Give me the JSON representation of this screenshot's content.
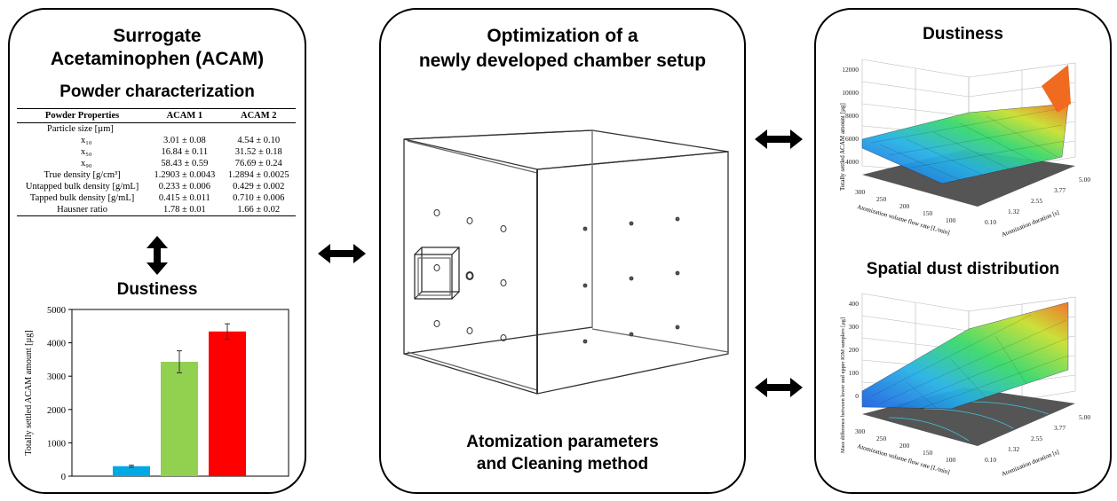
{
  "left_panel": {
    "title_line1": "Surrogate",
    "title_line2": "Acetaminophen (ACAM)",
    "subtitle": "Powder characterization",
    "table": {
      "headers": [
        "Powder Properties",
        "ACAM 1",
        "ACAM 2"
      ],
      "rows": [
        {
          "label": "Particle size [µm]",
          "acam1": "",
          "acam2": "",
          "indent": false
        },
        {
          "label": "x₁₀",
          "acam1": "3.01 ± 0.08",
          "acam2": "4.54 ± 0.10",
          "indent": true
        },
        {
          "label": "x₅₀",
          "acam1": "16.84 ± 0.11",
          "acam2": "31.52 ± 0.18",
          "indent": true
        },
        {
          "label": "x₉₀",
          "acam1": "58.43 ± 0.59",
          "acam2": "76.69 ± 0.24",
          "indent": true
        },
        {
          "label": "True density [g/cm³]",
          "acam1": "1.2903 ± 0.0043",
          "acam2": "1.2894 ± 0.0025",
          "indent": false
        },
        {
          "label": "Untapped bulk density [g/mL]",
          "acam1": "0.233 ± 0.006",
          "acam2": "0.429 ± 0.002",
          "indent": false
        },
        {
          "label": "Tapped bulk density [g/mL]",
          "acam1": "0.415 ± 0.011",
          "acam2": "0.710 ± 0.006",
          "indent": false
        },
        {
          "label": "Hausner ratio",
          "acam1": "1.78 ± 0.01",
          "acam2": "1.66 ± 0.02",
          "indent": false
        }
      ]
    },
    "dustiness_title": "Dustiness"
  },
  "center_panel": {
    "title_line1": "Optimization of a",
    "title_line2": "newly developed chamber setup",
    "footer_line1": "Atomization parameters",
    "footer_line2": "and Cleaning method"
  },
  "right_panel": {
    "top_title": "Dustiness",
    "bottom_title": "Spatial dust distribution",
    "top_plot": {
      "zlabel": "Totally settled ACAM amount [µg]",
      "ylabel": "Atomization volume flow rate [L/min]",
      "xlabel": "Atomization duration [s]",
      "zticks": [
        "4000",
        "6000",
        "8000",
        "10000",
        "12000"
      ],
      "yticks": [
        "300",
        "250",
        "200",
        "150",
        "100"
      ],
      "xticks": [
        "5.00",
        "3.77",
        "2.55",
        "1.32",
        "0.10"
      ]
    },
    "bottom_plot": {
      "zlabel": "Mass difference between lower and upper IOM samplers [µg]",
      "ylabel": "Atomization volume flow rate [L/min]",
      "xlabel": "Atomization duration [s]",
      "zticks": [
        "0",
        "100",
        "200",
        "300",
        "400"
      ],
      "yticks": [
        "300",
        "250",
        "200",
        "150",
        "100"
      ],
      "xticks": [
        "5.00",
        "3.77",
        "2.55",
        "1.32",
        "0.10"
      ]
    }
  },
  "chart_data": {
    "type": "bar",
    "title": "",
    "xlabel": "",
    "ylabel": "Totally settled ACAM amount [µg]",
    "ylim": [
      0,
      5000
    ],
    "yticks": [
      "0",
      "1000",
      "2000",
      "3000",
      "4000",
      "5000"
    ],
    "categories": [
      "",
      "",
      ""
    ],
    "values": [
      300,
      3430,
      4340
    ],
    "errors": [
      30,
      330,
      230
    ],
    "colors": [
      "#00a9e6",
      "#92d050",
      "#ff0000"
    ],
    "grid": false
  }
}
